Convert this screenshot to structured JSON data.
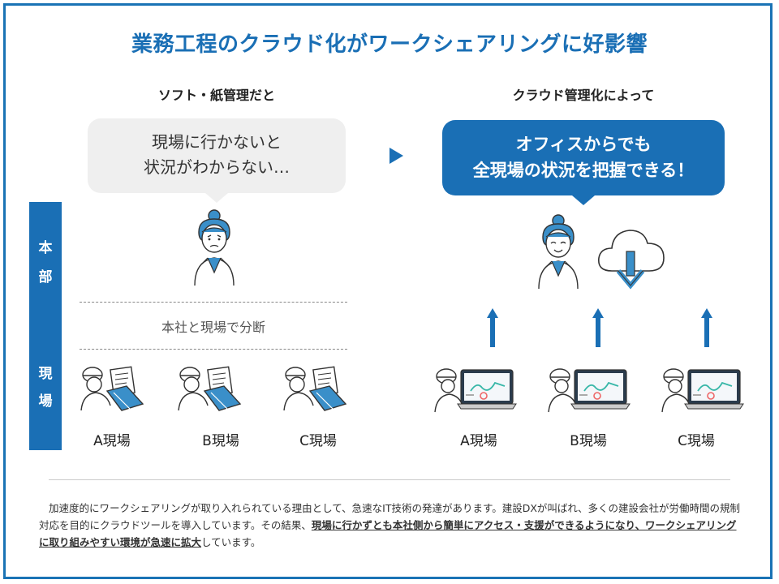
{
  "title": "業務工程のクラウド化がワークシェアリングに好影響",
  "left": {
    "heading": "ソフト・紙管理だと",
    "bubble_line1": "現場に行かないと",
    "bubble_line2": "状況がわからない…",
    "split_text": "本社と現場で分断",
    "sites": [
      "A現場",
      "B現場",
      "C現場"
    ]
  },
  "right": {
    "heading": "クラウド管理化によって",
    "bubble_line1": "オフィスからでも",
    "bubble_line2": "全現場の状況を把握できる！",
    "sites": [
      "A現場",
      "B現場",
      "C現場"
    ]
  },
  "side": {
    "honbu": [
      "本",
      "部"
    ],
    "genba": [
      "現",
      "場"
    ]
  },
  "body": {
    "part1": "加速度的にワークシェアリングが取り入れられている理由として、急速なIT技術の発達があります。建設DXが叫ばれ、多くの建設会社が労働時間の規制対応を目的にクラウドツールを導入しています。その結果、",
    "emphasis": "現場に行かずとも本社側から簡単にアクセス・支援ができるようになり、ワークシェアリングに取り組みやすい環境が急速に拡大",
    "part2": "しています。"
  },
  "colors": {
    "accent": "#1a6fb5",
    "bubble_gray": "#efefef"
  },
  "icons": [
    "worried-woman-icon",
    "smiling-woman-icon",
    "cloud-download-icon",
    "worker-with-documents-icon",
    "worker-with-laptop-icon",
    "up-arrow-icon",
    "right-arrow-icon"
  ]
}
